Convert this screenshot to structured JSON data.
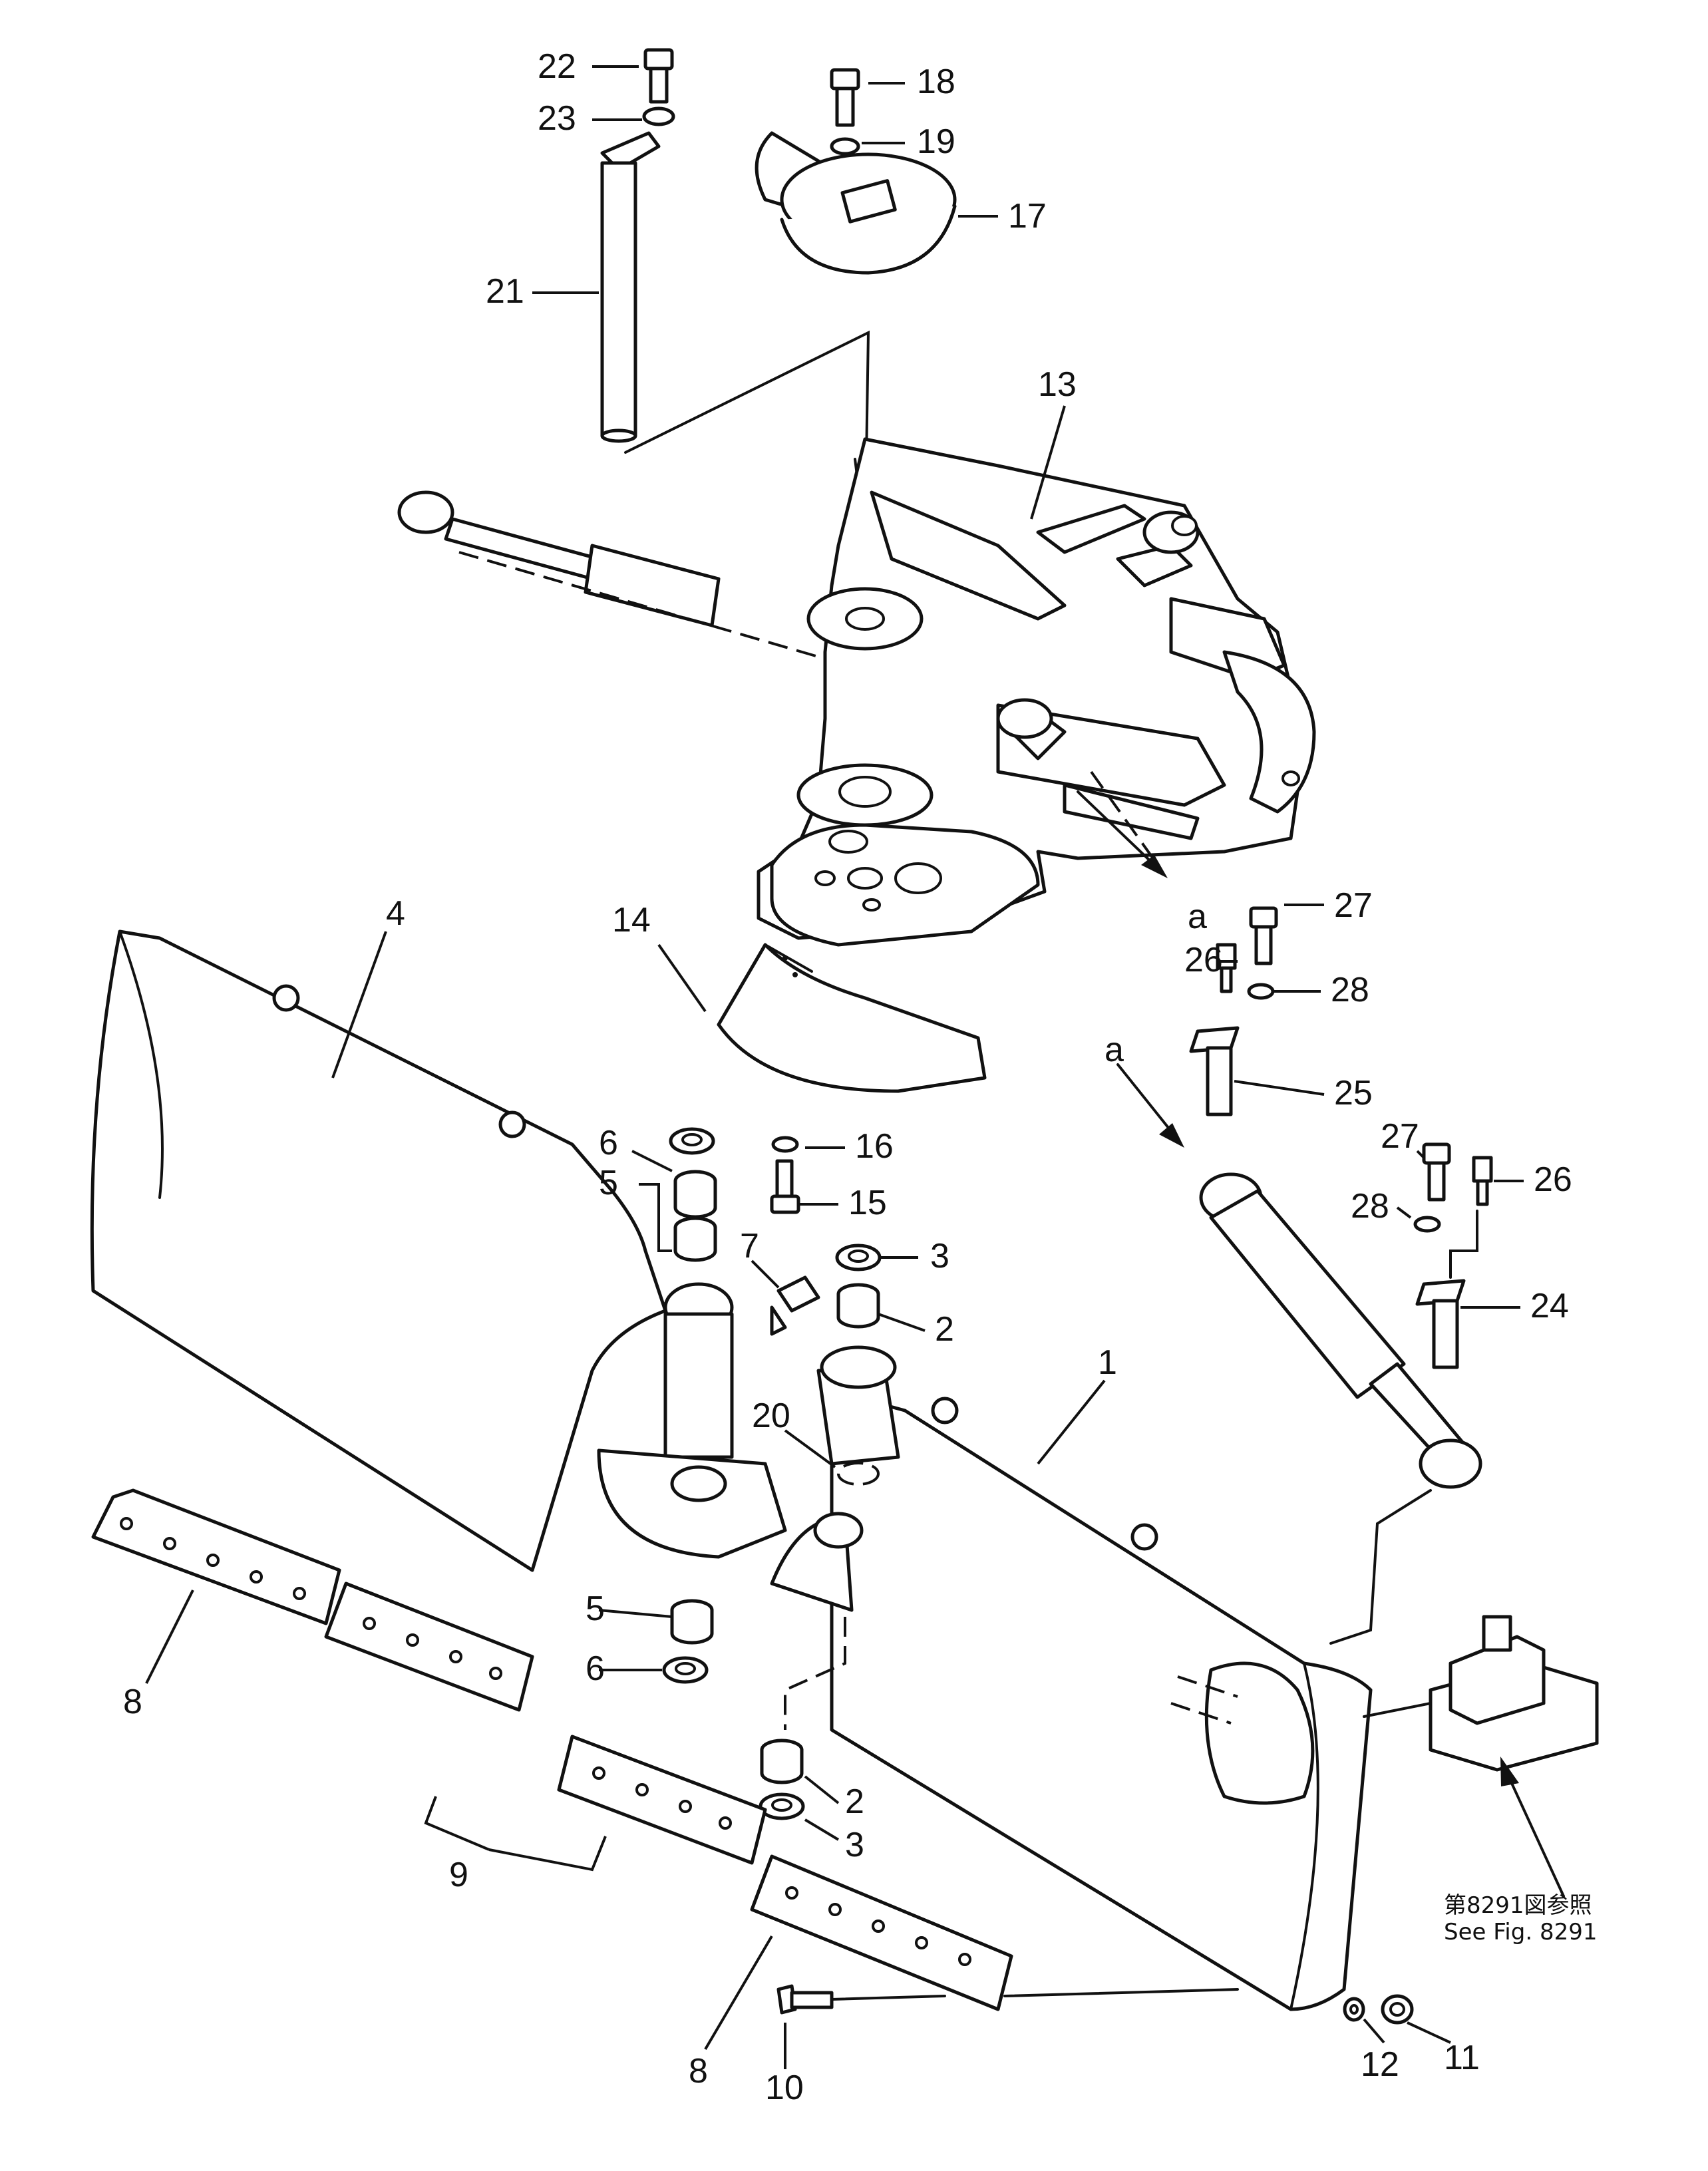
{
  "callouts": {
    "n1": "1",
    "n2a": "2",
    "n2b": "2",
    "n3a": "3",
    "n3b": "3",
    "n4": "4",
    "n5a": "5",
    "n5b": "5",
    "n6a": "6",
    "n6b": "6",
    "n7": "7",
    "n8a": "8",
    "n8b": "8",
    "n9": "9",
    "n10": "10",
    "n11": "11",
    "n12": "12",
    "n13": "13",
    "n14": "14",
    "n15": "15",
    "n16": "16",
    "n17": "17",
    "n18": "18",
    "n19": "19",
    "n20": "20",
    "n21": "21",
    "n22": "22",
    "n23": "23",
    "n24": "24",
    "n25": "25",
    "n26a": "26",
    "n26b": "26",
    "n27a": "27",
    "n27b": "27",
    "n28a": "28",
    "n28b": "28",
    "a1": "a",
    "a2": "a"
  },
  "reference": {
    "jp": "第8291図参照",
    "en": "See  Fig. 8291"
  }
}
